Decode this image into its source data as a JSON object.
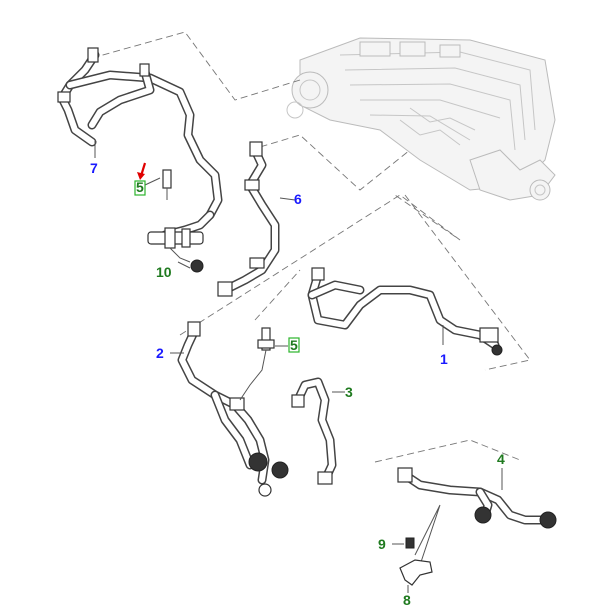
{
  "callouts": [
    {
      "id": "c7",
      "text": "7",
      "color": "blue"
    },
    {
      "id": "c5a",
      "text": "5",
      "color": "green"
    },
    {
      "id": "c6",
      "text": "6",
      "color": "blue"
    },
    {
      "id": "c10",
      "text": "10",
      "color": "green"
    },
    {
      "id": "c1",
      "text": "1",
      "color": "blue"
    },
    {
      "id": "c2",
      "text": "2",
      "color": "blue"
    },
    {
      "id": "c5b",
      "text": "5",
      "color": "green"
    },
    {
      "id": "c3",
      "text": "3",
      "color": "green"
    },
    {
      "id": "c4",
      "text": "4",
      "color": "green"
    },
    {
      "id": "c9",
      "text": "9",
      "color": "green"
    },
    {
      "id": "c8",
      "text": "8",
      "color": "green"
    }
  ],
  "colors": {
    "blue_label": "#1a1aff",
    "green_label": "#1f7a1f",
    "highlight_box": "#2bb52b",
    "pointer_arrow": "#e00000"
  }
}
